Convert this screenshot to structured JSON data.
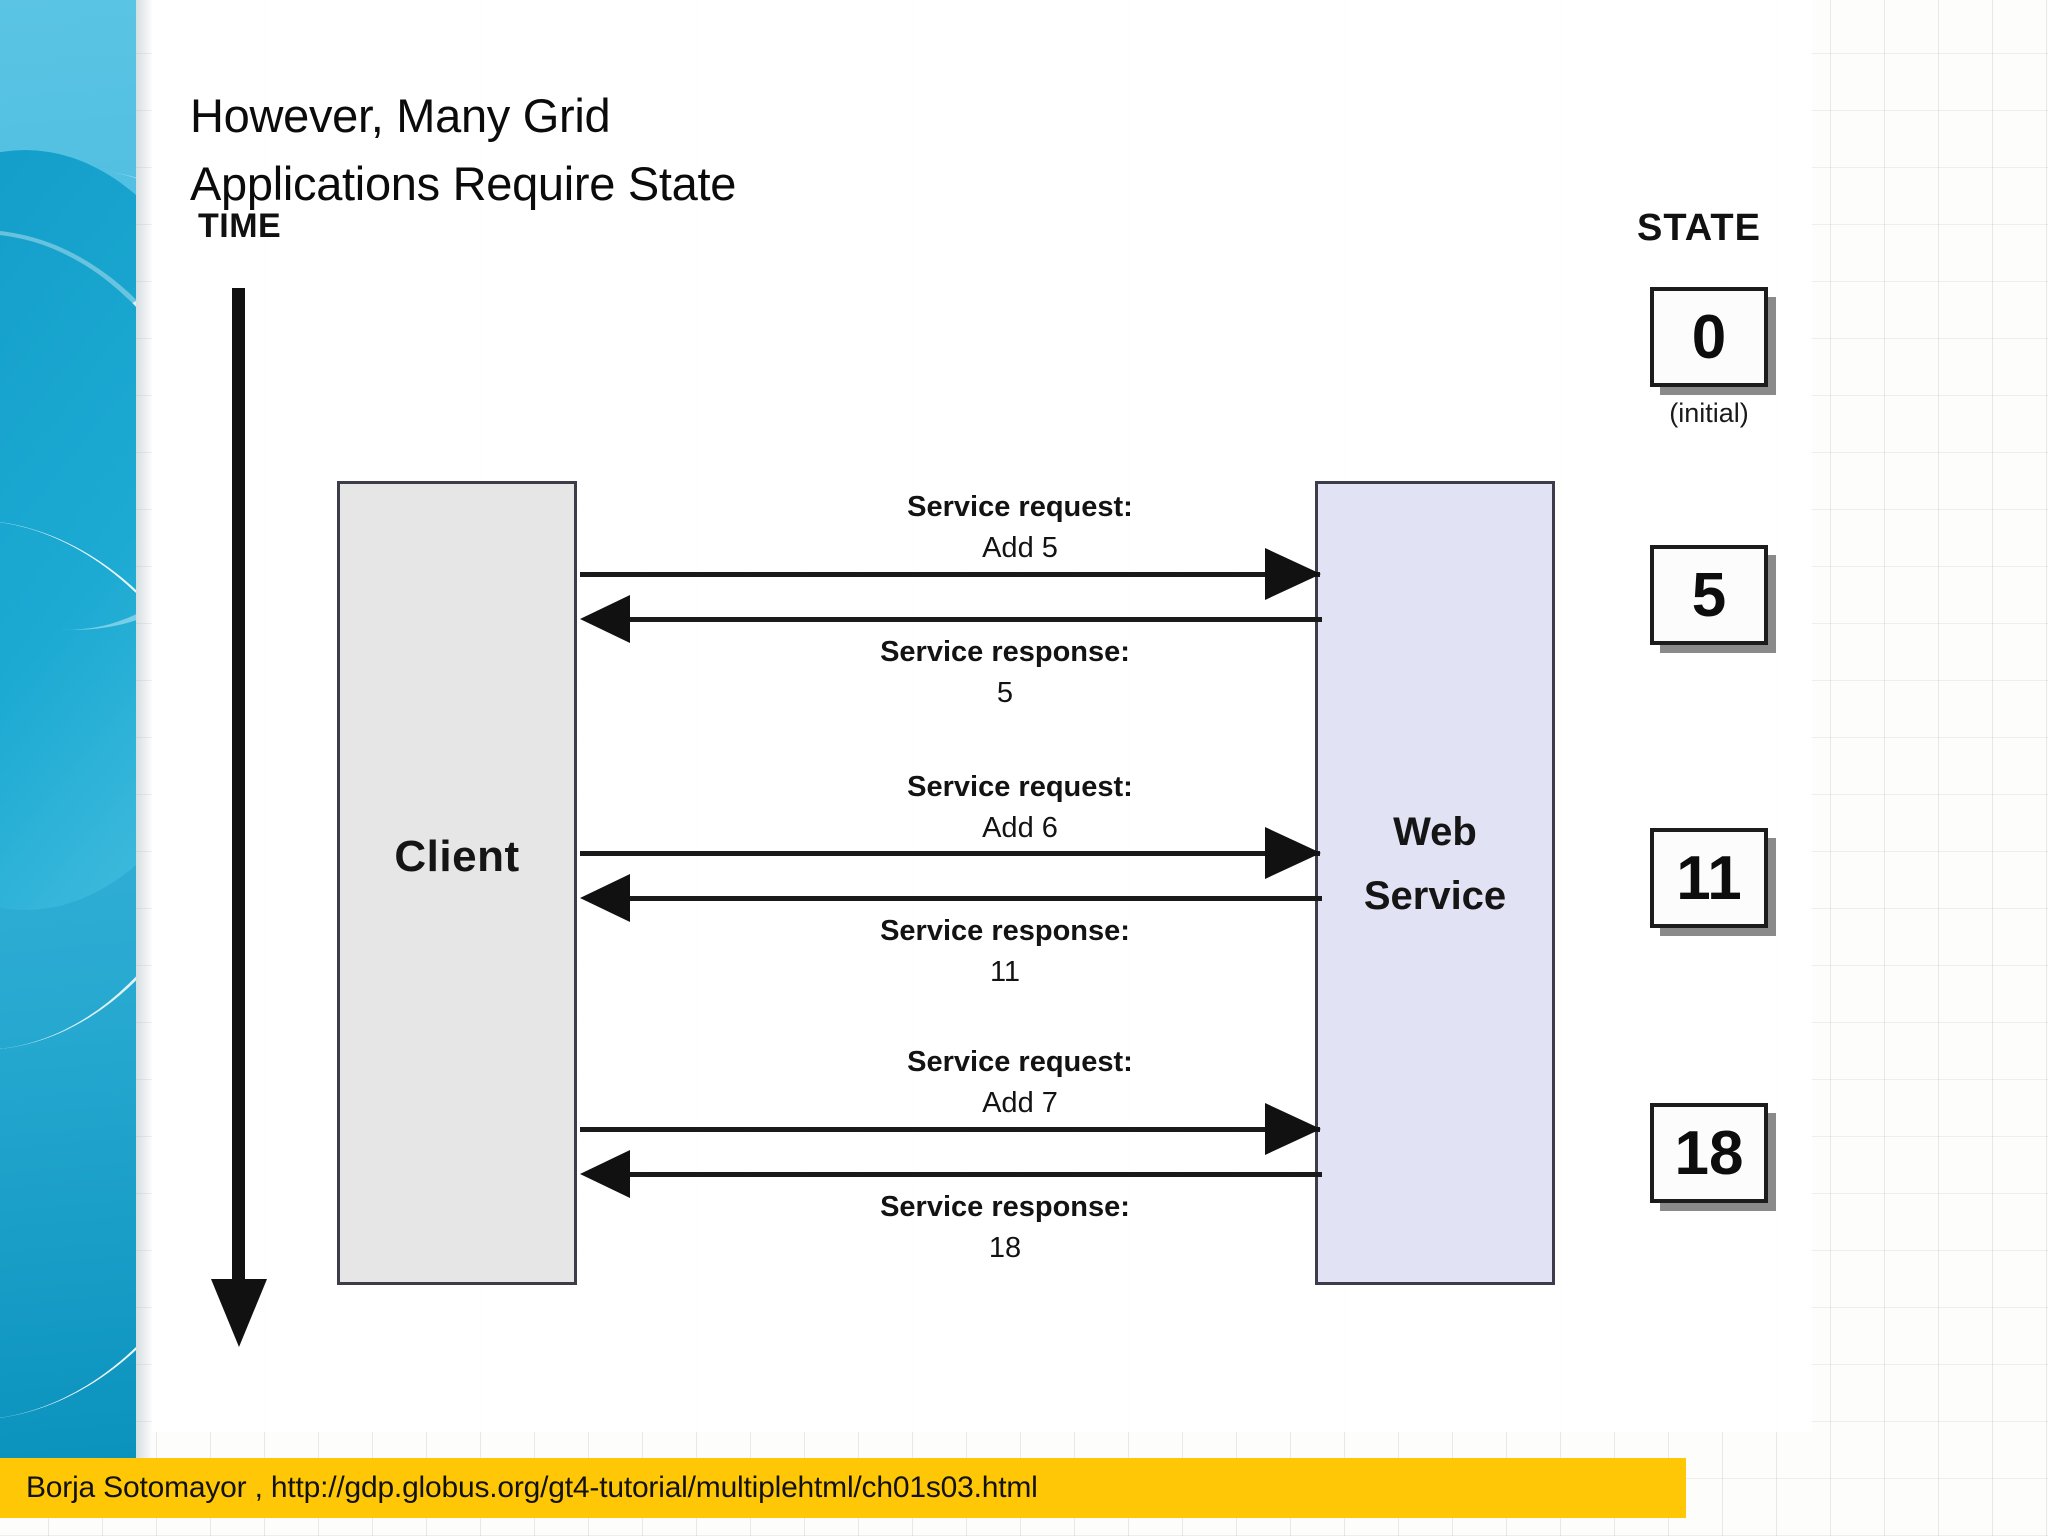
{
  "slide": {
    "title": "However, Many Grid\nApplications Require State",
    "background_color": "#fdfdfc",
    "accent_color": "#24a7cf"
  },
  "diagram": {
    "time_axis": {
      "label": "TIME",
      "direction": "down",
      "arrow_icon": "down-arrow-icon"
    },
    "actors": [
      {
        "id": "client",
        "label": "Client",
        "fill": "#e6e6e6"
      },
      {
        "id": "service",
        "label": "Web\nService",
        "fill": "#e2e2f5"
      }
    ],
    "exchanges": [
      {
        "request_title": "Service request:",
        "request_value": "Add 5",
        "response_title": "Service response:",
        "response_value": "5"
      },
      {
        "request_title": "Service request:",
        "request_value": "Add 6",
        "response_title": "Service response:",
        "response_value": "11"
      },
      {
        "request_title": "Service request:",
        "request_value": "Add 7",
        "response_title": "Service response:",
        "response_value": "18"
      }
    ],
    "state_column": {
      "header": "STATE",
      "values": [
        {
          "value": "0",
          "note": "(initial)"
        },
        {
          "value": "5",
          "note": ""
        },
        {
          "value": "11",
          "note": ""
        },
        {
          "value": "18",
          "note": ""
        }
      ]
    }
  },
  "footer": {
    "credit": "Borja Sotomayor , http://gdp.globus.org/gt4-tutorial/multiplehtml/ch01s03.html",
    "background_color": "#ffc706"
  }
}
